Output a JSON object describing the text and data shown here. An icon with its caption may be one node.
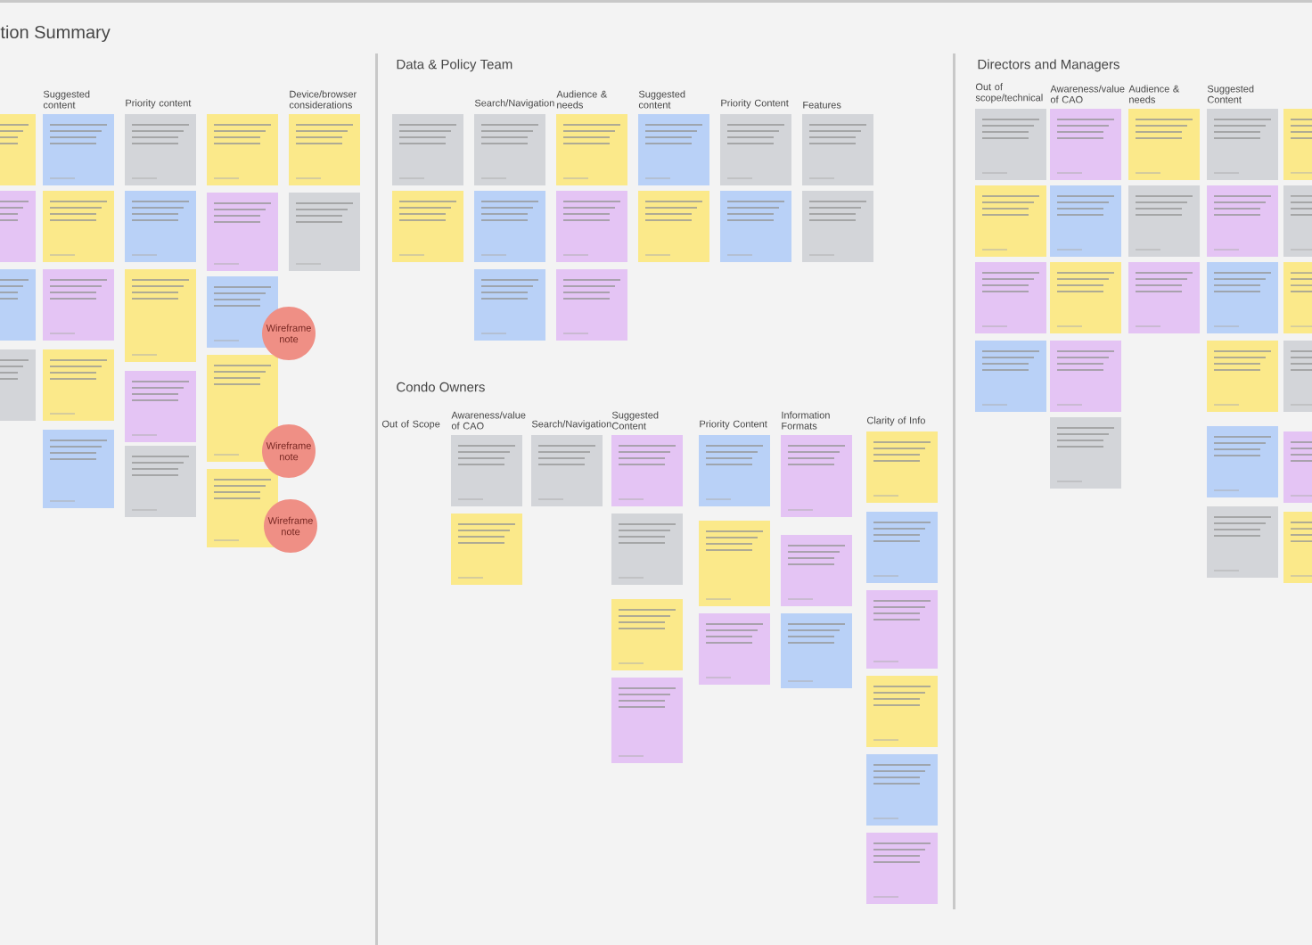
{
  "diagram": {
    "nodes": [
      {
        "text": [
          "Wireframe note"
        ]
      },
      {
        "text": [
          "Wireframe note"
        ]
      },
      {
        "text": [
          "Wireframe note"
        ]
      }
    ],
    "labels": [
      "tion Summary",
      "Suggested content",
      "Priority content",
      "Device/browser considerations",
      "Data & Policy Team",
      "Search/Navigation",
      "Audience & needs",
      "Suggested content",
      "Priority Content",
      "Features",
      "Condo Owners",
      "Out of Scope",
      "Awareness/value of CAO",
      "Search/Navigation",
      "Suggested Content",
      "Priority Content",
      "Information Formats",
      "Clarity of Info",
      "Directors and Managers",
      "Out of scope/technical",
      "Awareness/value of CAO",
      "Audience & needs",
      "Suggested Content"
    ]
  }
}
